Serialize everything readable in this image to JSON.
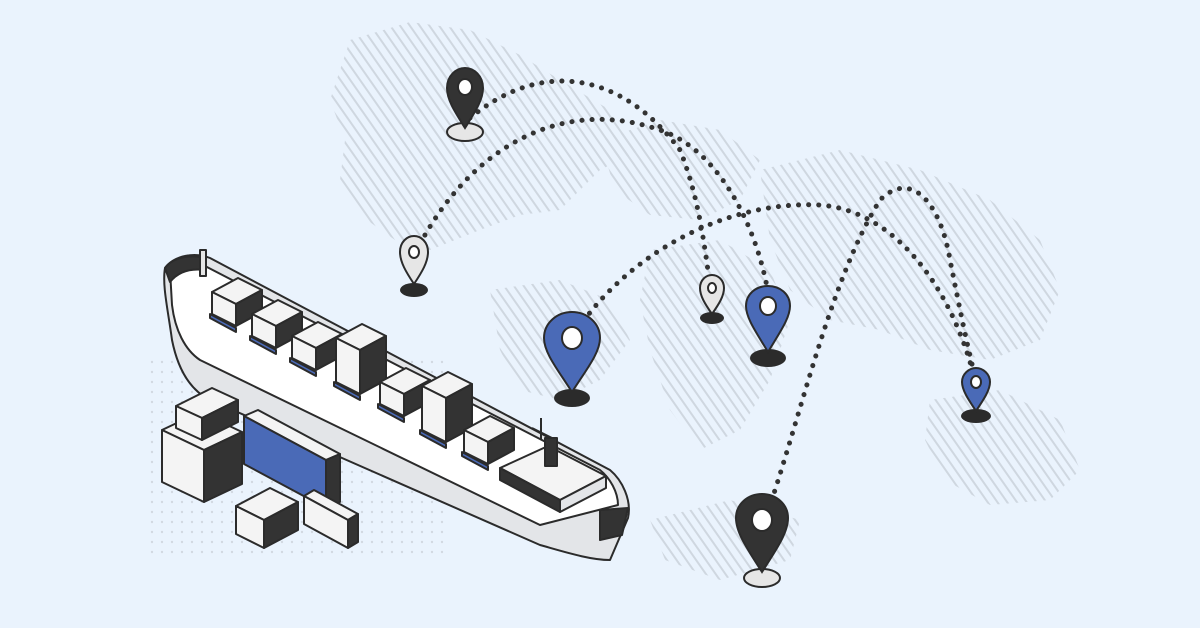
{
  "scene": {
    "description_text": "",
    "colors": {
      "background": "#eaf3fd",
      "map_hatch": "#cfd7e0",
      "route_dots": "#333333",
      "pin_dark": "#333333",
      "pin_blue": "#4a6ab7",
      "pin_light": "#e6e6e6",
      "ship_hull": "#e3e5e8",
      "outline": "#2b2b2b",
      "container_blue": "#4a6ab7"
    },
    "icons": [
      "map-pin-icon",
      "cargo-ship-illustration",
      "world-map-illustration",
      "shipping-container-illustration"
    ]
  }
}
